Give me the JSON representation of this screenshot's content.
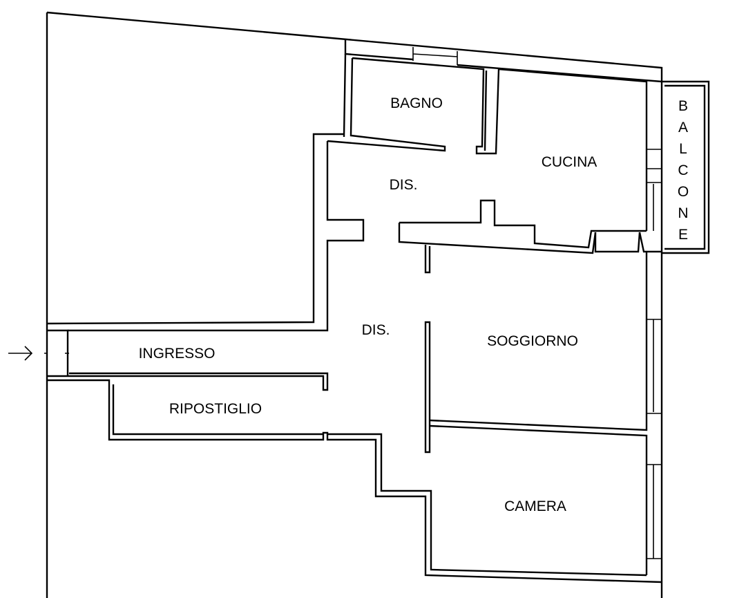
{
  "rooms": {
    "bagno": "BAGNO",
    "cucina": "CUCINA",
    "dis_upper": "DIS.",
    "dis_lower": "DIS.",
    "soggiorno": "SOGGIORNO",
    "ingresso": "INGRESSO",
    "ripostiglio": "RIPOSTIGLIO",
    "camera": "CAMERA"
  },
  "balcone": [
    "B",
    "A",
    "L",
    "C",
    "O",
    "N",
    "E"
  ],
  "entrance_arrow": "→"
}
